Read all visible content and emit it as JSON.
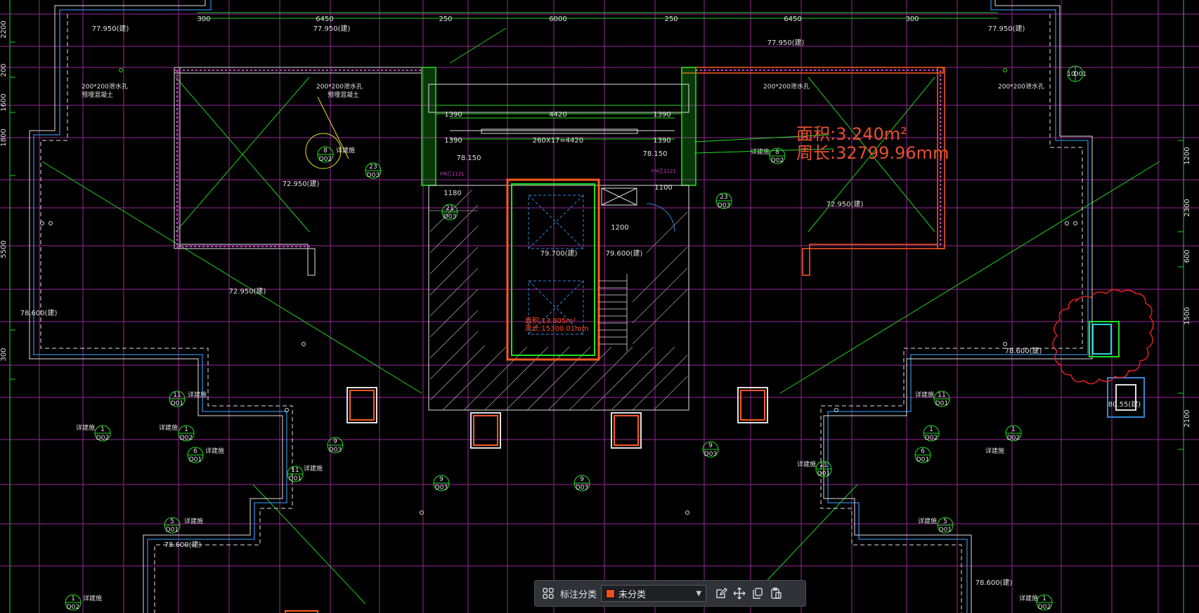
{
  "drawing": {
    "background": "#000000",
    "colors": {
      "magenta": "#c837c8",
      "green": "#20e020",
      "blue": "#2f88d8",
      "cyan": "#22d8d8",
      "white": "#e0e0e0",
      "orange": "#ff5a1f",
      "yellow": "#e8e820"
    },
    "dims_top": [
      "300",
      "6450",
      "250",
      "6000",
      "250",
      "6450",
      "300"
    ],
    "dims_left": [
      "2200",
      "200",
      "1600",
      "1800",
      "5500",
      "300"
    ],
    "dims_right": [
      "1200",
      "2300",
      "600",
      "1500",
      "2100"
    ],
    "elev": {
      "e1": "77.950(建)",
      "e2": "77.950(建)",
      "e3": "77.950(建)",
      "e4": "77.950(建)",
      "e5": "72.950(建)",
      "e6": "72.950(建)",
      "e7": "72.950(建)",
      "e8": "79.700(建)",
      "e9": "79.600(建)",
      "e10": "78.150",
      "e11": "78.150",
      "e12": "78.600(建)",
      "e13": "78.600(建)",
      "e14": "78.600(建)",
      "e15": "78.600(建)",
      "e16": "80.55(建)"
    },
    "notes": {
      "drain1": "200*200泄水孔",
      "drain1b": "预埋混凝土",
      "drain2": "200*200泄水孔",
      "drain2b": "预埋混凝土",
      "drain3": "200*200泄水孔",
      "drain4": "200*200泄水孔",
      "stair_dim": "260X17=4420",
      "dim_4420": "4420",
      "dim_1390a": "1390",
      "dim_1390b": "1390",
      "dim_1390c": "1390",
      "dim_1390d": "1390",
      "fm1": "FM乙1121",
      "fm2": "FM乙1121",
      "detail": "详建施",
      "dim_1200": "1200",
      "dim_1100": "1100",
      "dim_1180": "1180"
    },
    "callouts": {
      "c1_top": "8",
      "c1_bot": "D02",
      "c2_top": "23",
      "c2_bot": "D03",
      "c3_top": "21",
      "c3_bot": "D03",
      "c4_top": "8",
      "c4_bot": "D02",
      "c5_top": "23",
      "c5_bot": "D03",
      "c6_top": "11",
      "c6_bot": "D01",
      "c7_top": "1",
      "c7_bot": "D02",
      "c8_top": "1",
      "c8_bot": "D02",
      "c9_top": "11",
      "c9_bot": "D01",
      "c10_top": "6",
      "c10_bot": "D01",
      "c11_top": "9",
      "c11_bot": "D03",
      "c12_top": "9",
      "c12_bot": "D03",
      "c13_top": "9",
      "c13_bot": "D03",
      "c14_top": "11",
      "c14_bot": "D01",
      "c15_top": "1",
      "c15_bot": "D02",
      "c16_top": "1",
      "c16_bot": "D02",
      "c17_top": "6",
      "c17_bot": "D01",
      "c18_top": "11",
      "c18_bot": "D01",
      "c19_top": "5",
      "c19_bot": "D01",
      "c20_top": "5",
      "c20_bot": "D01",
      "c21_top": "1",
      "c21_bot": "D02",
      "c22_top": "1",
      "c22_bot": "D02",
      "c23_top": "10",
      "c23_bot": "D01",
      "c24_top": "9",
      "c24_bot": "D03"
    },
    "area_main": {
      "area": "面积:3.240m²",
      "perimeter": "周长:32799.96mm"
    },
    "area_small": {
      "area": "面积:13.805m²",
      "perimeter": "周长:15300.01mm"
    }
  },
  "toolbar": {
    "grid_icon": "grid-icon",
    "label": "标注分类",
    "select_value": "未分类",
    "select_color": "#e8501e",
    "edit_icon": "edit-icon",
    "move_icon": "move-icon",
    "copy_icon": "copy-icon",
    "paste_icon": "paste-icon"
  }
}
